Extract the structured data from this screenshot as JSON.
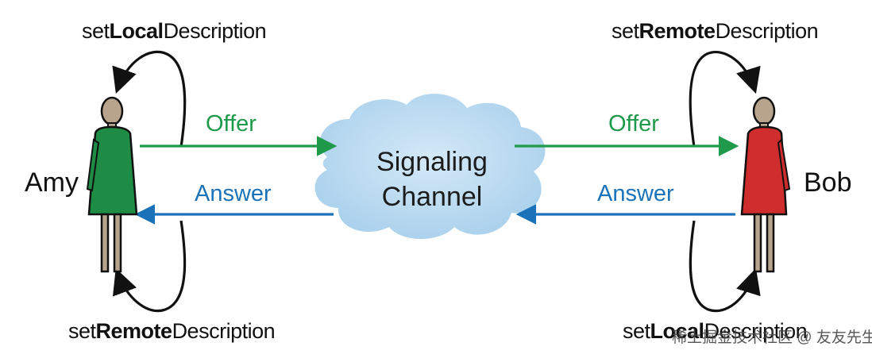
{
  "peers": {
    "left": {
      "name": "Amy",
      "top_caption": {
        "prefix": "set",
        "bold": "Local",
        "suffix": "Description"
      },
      "bottom_caption": {
        "prefix": "set",
        "bold": "Remote",
        "suffix": "Description"
      }
    },
    "right": {
      "name": "Bob",
      "top_caption": {
        "prefix": "set",
        "bold": "Remote",
        "suffix": "Description"
      },
      "bottom_caption": {
        "prefix": "set",
        "bold": "Local",
        "suffix": "Description"
      }
    }
  },
  "channel": {
    "line1": "Signaling",
    "line2": "Channel"
  },
  "messages": {
    "offer": "Offer",
    "answer": "Answer"
  },
  "watermark": "稀土掘金技术社区 @ 友友先生",
  "colors": {
    "offer": "#1f9a4a",
    "answer": "#1a72b9",
    "cloud": "#b8d9ef",
    "amy_body": "#1e8c45",
    "bob_body": "#cf2d2d",
    "skin": "#b8a38c"
  }
}
